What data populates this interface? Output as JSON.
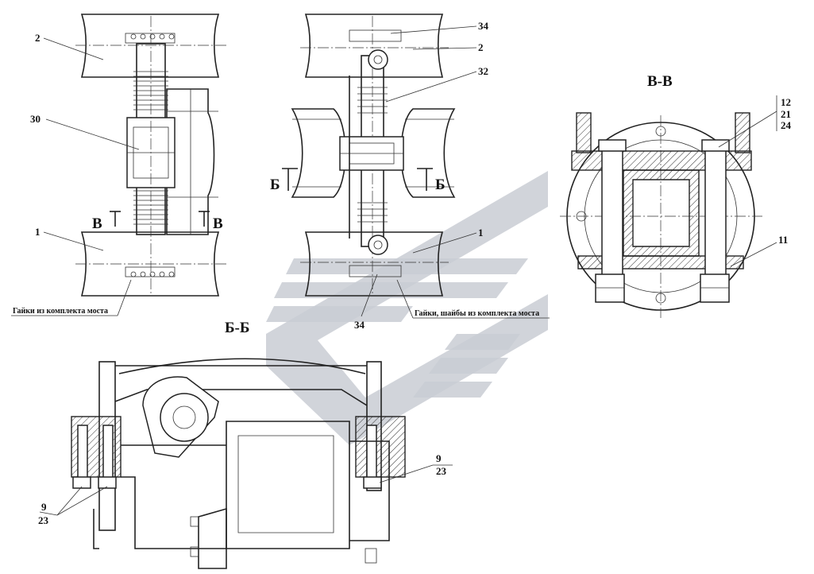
{
  "sections": {
    "b_b": "Б-Б",
    "v_v": "В-В",
    "cut_b": "Б",
    "cut_v": "В"
  },
  "notes": {
    "left": "Гайки из комплекта моста",
    "right": "Гайки, шайбы из комплекта моста"
  },
  "callouts": {
    "l2": "2",
    "l30": "30",
    "l1": "1",
    "m34a": "34",
    "m2": "2",
    "m32": "32",
    "m1": "1",
    "m34b": "34",
    "v12": "12",
    "v21": "21",
    "v24": "24",
    "v11": "11",
    "b9l": "9",
    "b23l": "23",
    "b9r": "9",
    "b23r": "23"
  },
  "colors": {
    "line": "#222222",
    "watermark": "#c9cdd3"
  }
}
